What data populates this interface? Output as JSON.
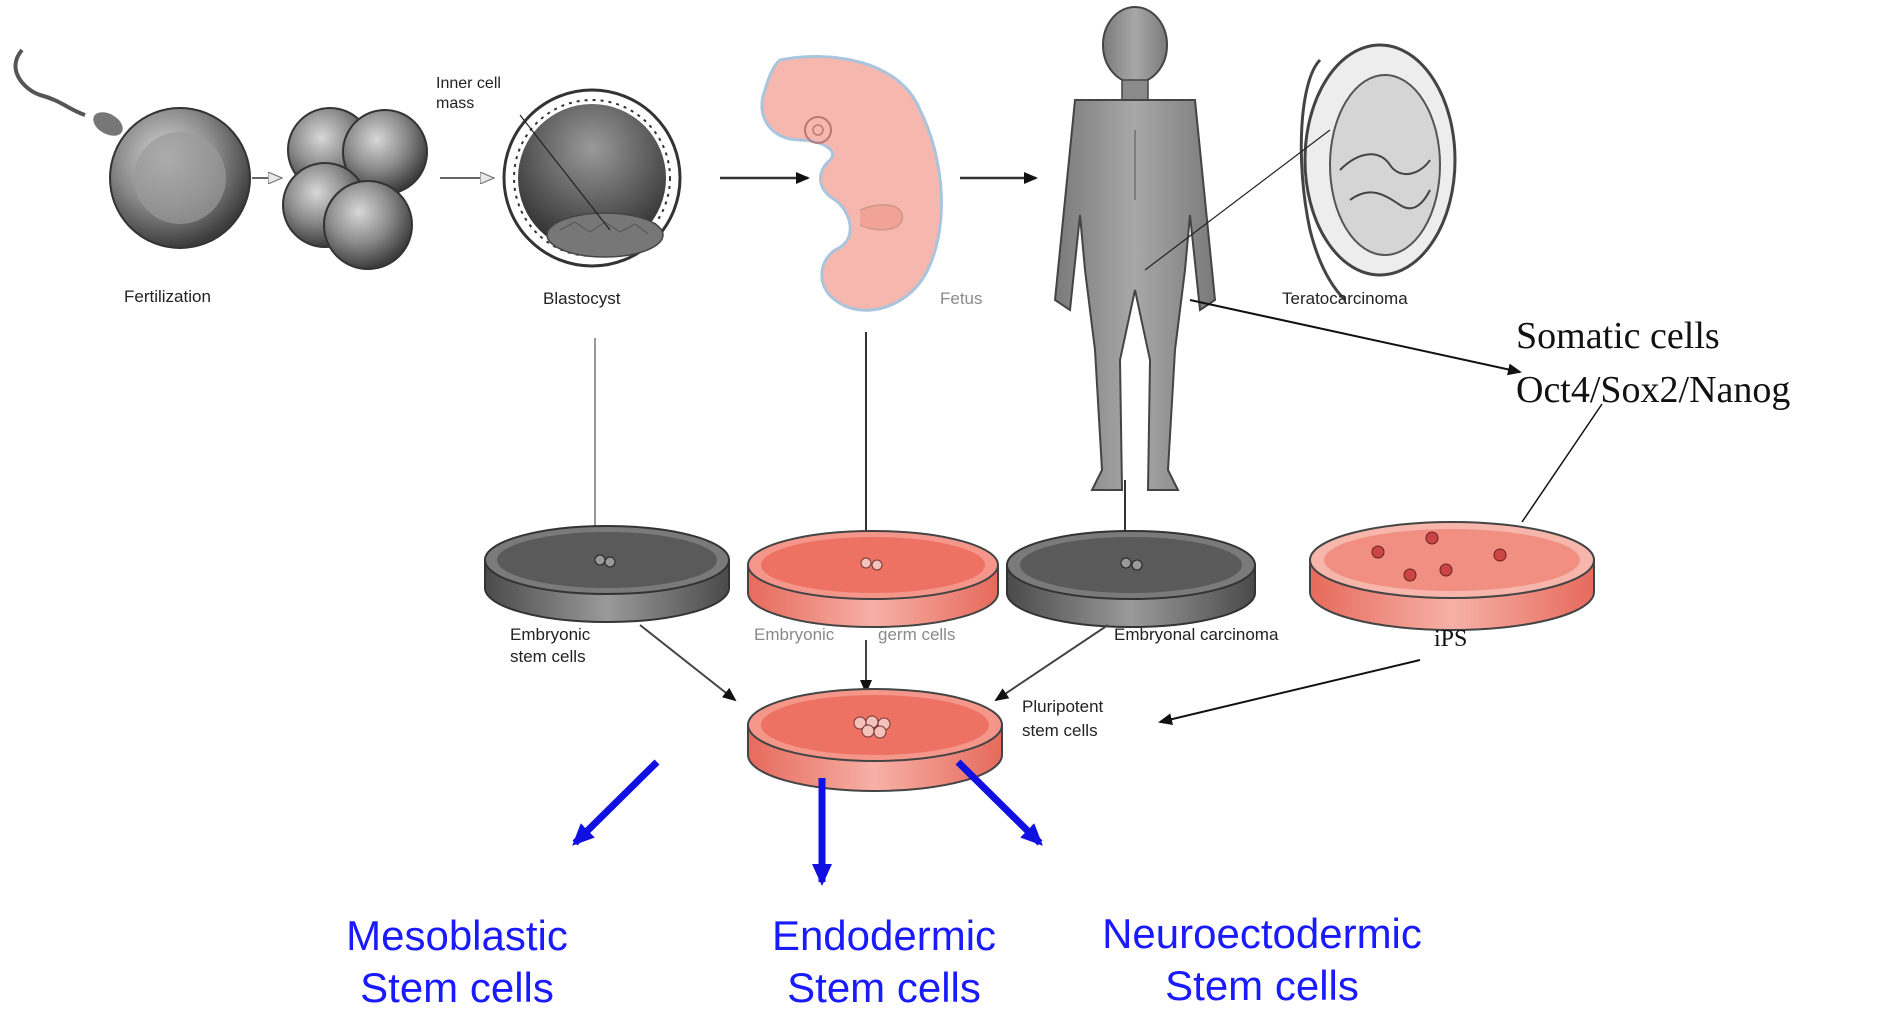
{
  "labels": {
    "inner_cell_mass_line1": "Inner cell",
    "inner_cell_mass_line2": "mass",
    "fertilization": "Fertilization",
    "blastocyst": "Blastocyst",
    "fetus": "Fetus",
    "teratocarcinoma": "Teratocarcinoma",
    "somatic_cells": "Somatic cells",
    "factors": "Oct4/Sox2/Nanog",
    "embryonic_stem_cells_line1": "Embryonic",
    "embryonic_stem_cells_line2": "stem cells",
    "embryonic_germ_cells_a": "Embryonic",
    "embryonic_germ_cells_b": "germ cells",
    "embryonal_carcinoma": "Embryonal carcinoma",
    "ips": "iPS",
    "pluripotent_line1": "Pluripotent",
    "pluripotent_line2": "stem cells"
  },
  "outcomes": [
    {
      "line1": "Mesoblastic",
      "line2": "Stem cells"
    },
    {
      "line1": "Endodermic",
      "line2": "Stem cells"
    },
    {
      "line1": "Neuroectodermic",
      "line2": "Stem cells"
    }
  ],
  "colors": {
    "outcome_text": "#1a1aff",
    "outcome_arrow": "#1010e0",
    "dish_pink": "#ef7a6c",
    "dish_grey": "#6a6a6a",
    "fetus_pink": "#f6b7ae"
  }
}
